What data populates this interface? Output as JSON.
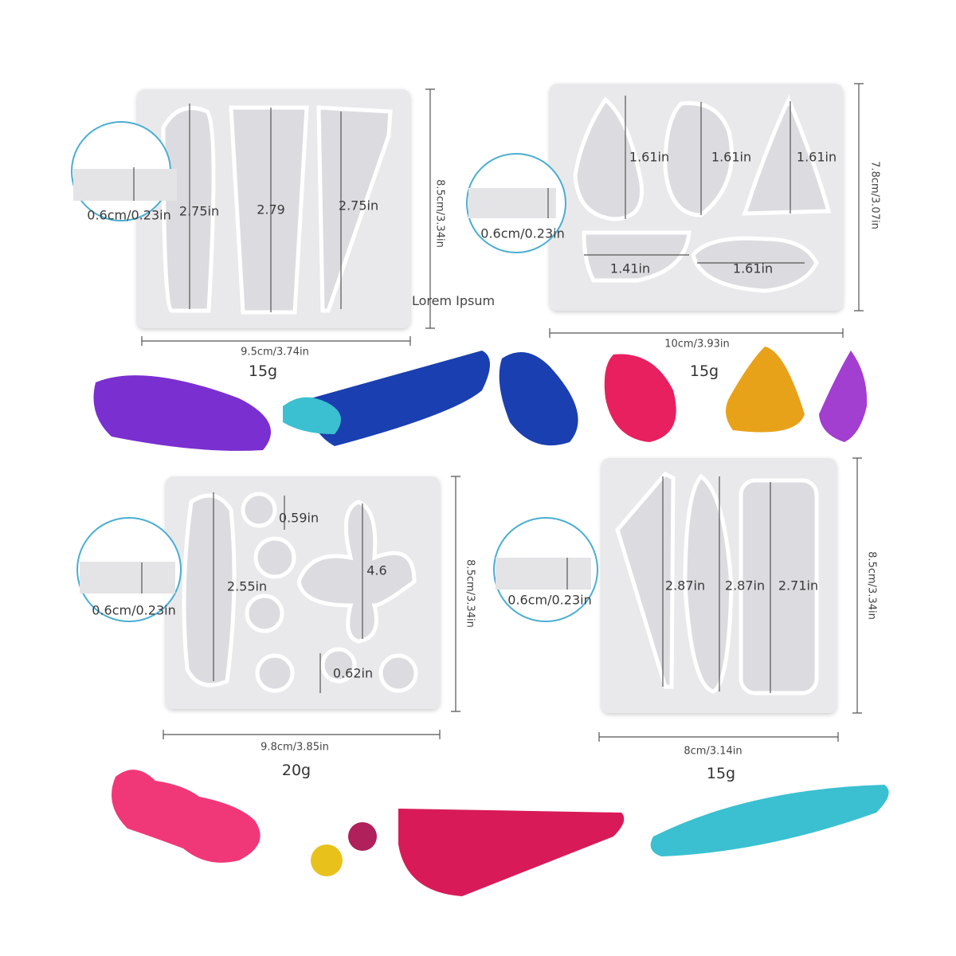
{
  "panels": [
    {
      "width": "9.5cm/3.74in",
      "height": "8.5cm/3.34in",
      "weight": "15g",
      "thickness": "0.6cm/0.23in",
      "cavities": [
        "2.75in",
        "2.79",
        "2.75in"
      ]
    },
    {
      "width": "10cm/3.93in",
      "height": "7.8cm/3.07in",
      "weight": "15g",
      "thickness": "0.6cm/0.23in",
      "cavities": [
        "1.61in",
        "1.61in",
        "1.61in",
        "1.41in",
        "1.61in"
      ]
    },
    {
      "width": "9.8cm/3.85in",
      "height": "8.5cm/3.34in",
      "weight": "20g",
      "thickness": "0.6cm/0.23in",
      "cavities": [
        "0.59in",
        "2.55in",
        "4.6",
        "0.62in"
      ]
    },
    {
      "width": "8cm/3.14in",
      "height": "8.5cm/3.34in",
      "weight": "15g",
      "thickness": "0.6cm/0.23in",
      "cavities": [
        "2.87in",
        "2.87in",
        "2.71in"
      ]
    }
  ],
  "caption": "Lorem Ipsum",
  "colors": {
    "tray": "#e9e9ec",
    "circle": "#4aaed0",
    "purple": "#7a2fd0",
    "blue": "#1a3fb0",
    "pink": "#e8205f",
    "yellow": "#e8a21a",
    "teal": "#3ac0d0"
  }
}
